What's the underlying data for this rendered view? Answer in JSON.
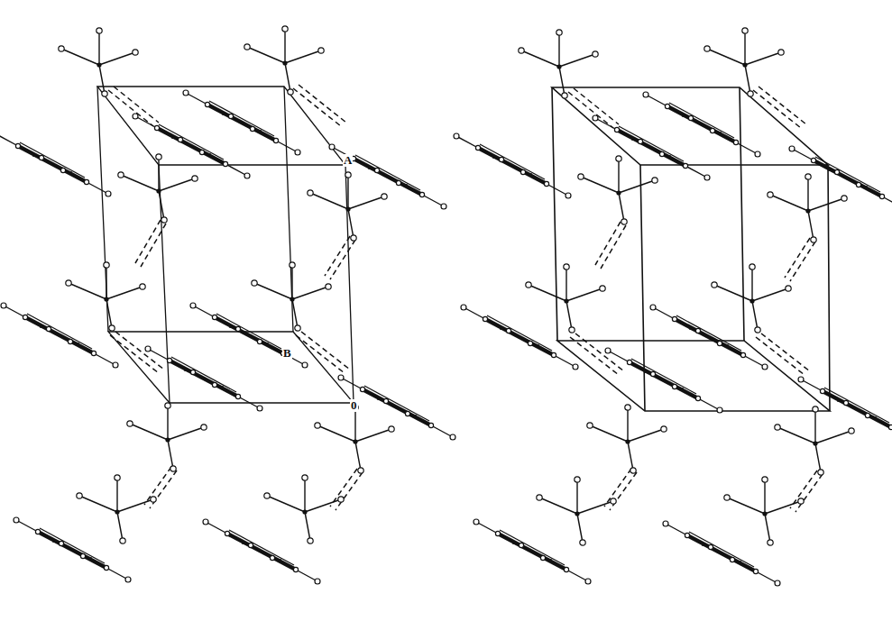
{
  "diagram": {
    "labels": [
      "A",
      "B",
      "0"
    ]
  }
}
